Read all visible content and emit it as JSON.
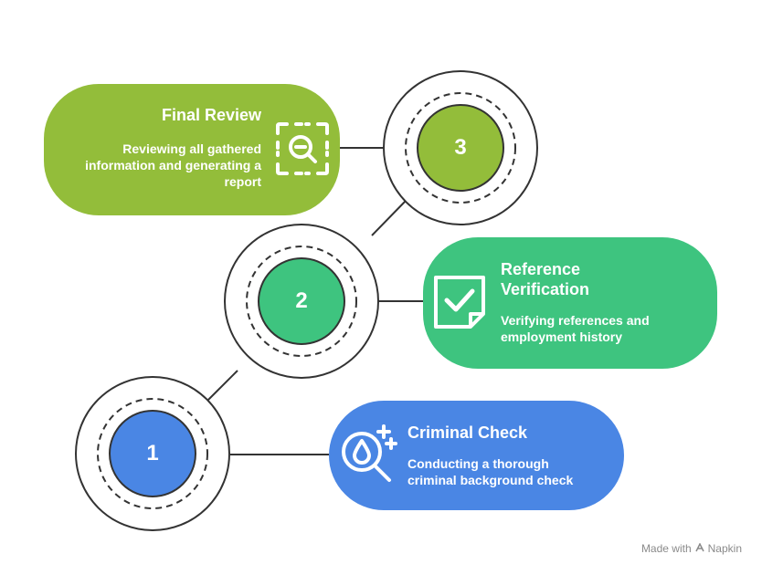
{
  "steps": [
    {
      "number": "1",
      "title": "Criminal Check",
      "description": "Conducting a thorough criminal background check",
      "color": "#4A86E4",
      "icon": "magnifier-drop-icon"
    },
    {
      "number": "2",
      "title": "Reference Verification",
      "description": "Verifying references and employment history",
      "color": "#3EC47F",
      "icon": "checkmark-document-icon"
    },
    {
      "number": "3",
      "title": "Final Review",
      "description": "Reviewing all gathered information and generating a report",
      "color": "#93BD3A",
      "icon": "zoom-out-scan-icon"
    }
  ],
  "footer": {
    "prefix": "Made with",
    "brand": "Napkin"
  }
}
